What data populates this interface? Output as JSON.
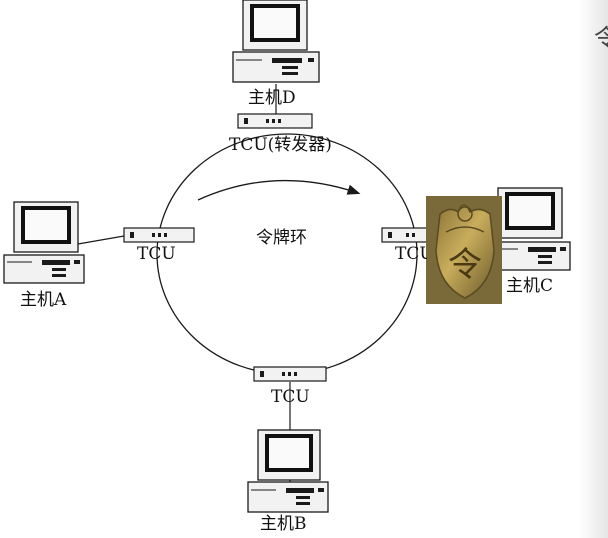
{
  "hosts": {
    "a": "主机A",
    "b": "主机B",
    "c": "主机C",
    "d": "主机D"
  },
  "tcu": {
    "top": "TCU(转发器)",
    "left": "TCU",
    "bottom": "TCU",
    "right": "TCU"
  },
  "ring_label": "令牌环",
  "token_char": "令",
  "right_glyph": "令",
  "colors": {
    "line": "#1a1a1a",
    "device": "#f2f2f2",
    "screen": "#111111",
    "token_gold": "#b89a4a",
    "token_bg": "#7a6a3a"
  }
}
